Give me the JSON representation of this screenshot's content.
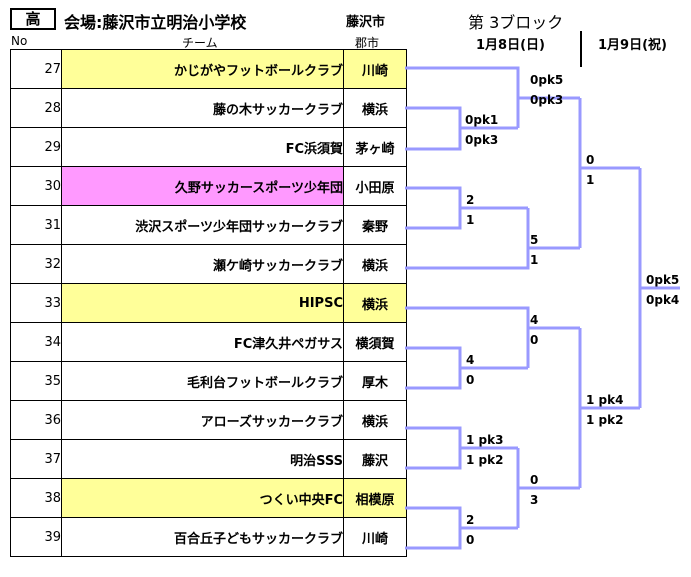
{
  "header": {
    "badge": "高",
    "venue": "会場:藤沢市立明治小学校",
    "city_label": "藤沢市",
    "block": "第 3ブロック",
    "date_day1": "1月8日(日)",
    "date_day2": "1月9日(祝)",
    "col_no": "No",
    "col_team": "チーム",
    "col_city": "郡市"
  },
  "colors": {
    "highlight_yellow": "#ffff99",
    "highlight_pink": "#ff99ff",
    "bracket_line": "#9999ff"
  },
  "teams": [
    {
      "no": "27",
      "name": "かじがやフットボールクラブ",
      "city": "川崎",
      "highlight": "yellow"
    },
    {
      "no": "28",
      "name": "藤の木サッカークラブ",
      "city": "横浜",
      "highlight": ""
    },
    {
      "no": "29",
      "name": "FC浜須賀",
      "city": "茅ヶ崎",
      "highlight": ""
    },
    {
      "no": "30",
      "name": "久野サッカースポーツ少年団",
      "city": "小田原",
      "highlight": "pink"
    },
    {
      "no": "31",
      "name": "渋沢スポーツ少年団サッカークラブ",
      "city": "秦野",
      "highlight": ""
    },
    {
      "no": "32",
      "name": "瀬ケ崎サッカークラブ",
      "city": "横浜",
      "highlight": ""
    },
    {
      "no": "33",
      "name": "HIPSC",
      "city": "横浜",
      "highlight": "yellow"
    },
    {
      "no": "34",
      "name": "FC津久井ペガサス",
      "city": "横須賀",
      "highlight": ""
    },
    {
      "no": "35",
      "name": "毛利台フットボールクラブ",
      "city": "厚木",
      "highlight": ""
    },
    {
      "no": "36",
      "name": "アローズサッカークラブ",
      "city": "横浜",
      "highlight": ""
    },
    {
      "no": "37",
      "name": "明治SSS",
      "city": "藤沢",
      "highlight": ""
    },
    {
      "no": "38",
      "name": "つくい中央FC",
      "city": "相模原",
      "highlight": "yellow"
    },
    {
      "no": "39",
      "name": "百合丘子どもサッカークラブ",
      "city": "川崎",
      "highlight": ""
    }
  ],
  "scores": {
    "m28_29_top": "0pk1",
    "m28_29_bot": "0pk3",
    "m27_top": "0pk5",
    "m27_bot": "0pk3",
    "m30_31_top": "2",
    "m30_31_bot": "1",
    "mA_top": "5",
    "mA_bot": "1",
    "mSF1_top": "0",
    "mSF1_bot": "1",
    "m34_35_top": "4",
    "m34_35_bot": "0",
    "m33_top": "4",
    "m33_bot": "0",
    "m36_37_top": "1 pk3",
    "m36_37_bot": "1 pk2",
    "m38_39_top": "2",
    "m38_39_bot": "0",
    "mB_top": "0",
    "mB_bot": "3",
    "mSF2_top": "1 pk4",
    "mSF2_bot": "1 pk2",
    "final_top": "0pk5",
    "final_bot": "0pk4"
  }
}
